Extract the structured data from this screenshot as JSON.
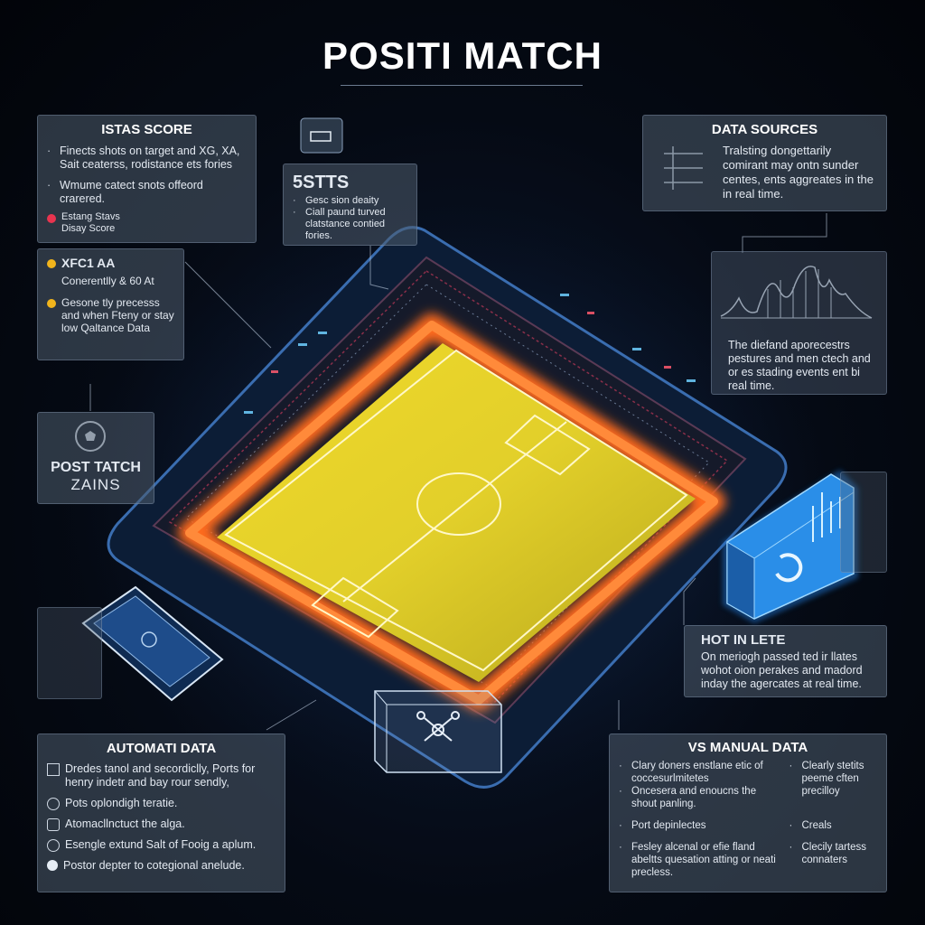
{
  "title": "POSITI MATCH",
  "istas_score": {
    "heading": "ISTAS SCORE",
    "items": [
      "Finects shots on target and XG, XA, Sait ceaterss, rodistance ets fories",
      "Wmume catect snots offeord crarered."
    ],
    "badge_label": "Estang Stavs Disay Score"
  },
  "stats_card": {
    "heading": "5STTS",
    "lines": [
      "Gesc sion deaity",
      "Ciall paund turved",
      "clatstance contied fories."
    ]
  },
  "xg_panel": {
    "heading": "XFC1 AA",
    "line1": "Conerentlly & 60 At",
    "line2": "Gesone tly precesss and when Fteny or stay low Qaltance Data"
  },
  "post_match": {
    "line1": "POST TATCH",
    "line2": "ZAINS"
  },
  "data_sources": {
    "heading": "DATA SOURCES",
    "body": "Tralsting dongettarily comirant may ontn sunder centes, ents aggreates in the in real time."
  },
  "graph_panel": {
    "body": "The diefand aporecestrs pestures and men ctech and or es stading events ent bi real time."
  },
  "hot_in_lete": {
    "heading": "HOT IN LETE",
    "body": "On meriogh passed ted ir llates wohot oion perakes and madord inday the agercates at real time."
  },
  "automati_data": {
    "heading": "AUTOMATI DATA",
    "items": [
      "Dredes tanol and secordiclly, Ports for henry indetr and bay rour sendly,",
      "Pots oplondigh teratie.",
      "Atomacllnctuct the alga.",
      "Esengle extund Salt of Fooig a aplum.",
      "Postor depter to cotegional anelude."
    ]
  },
  "manual_data": {
    "heading": "VS MANUAL DATA",
    "left_items": [
      "Clary doners enstlane etic of coccesurlmitetes",
      "Oncesera and enoucns the shout panling.",
      "Port depinlectes",
      "Fesley alcenal or efie fland abeltts quesation atting or neati precless."
    ],
    "right_items": [
      "Clearly stetits peeme cften precilloy",
      "Creals",
      "Clecily tartess connaters"
    ]
  },
  "colors": {
    "pitch": "#e2cf2a",
    "pitch_glow": "#ff6a1f",
    "accent_blue": "#3aa6ff",
    "panel_bg": "#4e5c6e"
  }
}
